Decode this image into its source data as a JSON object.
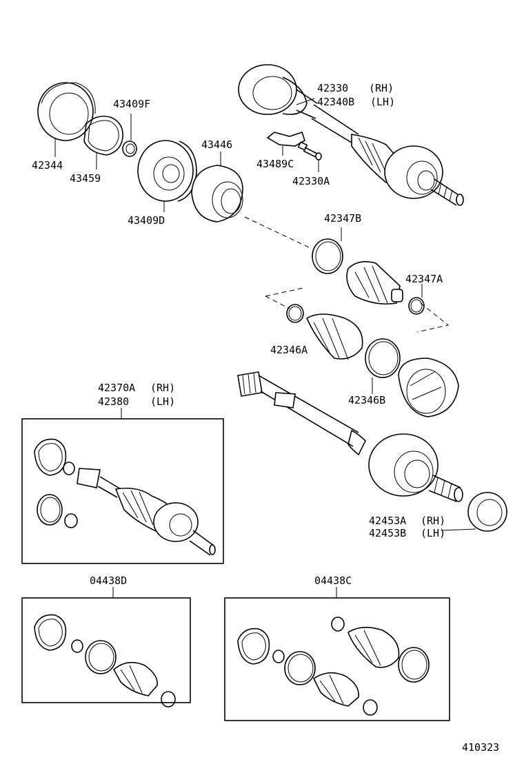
{
  "labels": {
    "p42330": "42330",
    "p42330_side": "(RH)",
    "p42340b": "42340B",
    "p42340b_side": "(LH)",
    "p43409f": "43409F",
    "p42344": "42344",
    "p43459": "43459",
    "p43446": "43446",
    "p43489c": "43489C",
    "p42330a": "42330A",
    "p43409d": "43409D",
    "p42347b": "42347B",
    "p42347a": "42347A",
    "p42346a": "42346A",
    "p42346b": "42346B",
    "p42370a": "42370A",
    "p42370a_side": "(RH)",
    "p42380": "42380",
    "p42380_side": "(LH)",
    "p42453a": "42453A",
    "p42453a_side": "(RH)",
    "p42453b": "42453B",
    "p42453b_side": "(LH)",
    "p04438d": "04438D",
    "p04438c": "04438C"
  },
  "footer": {
    "code": "410323"
  }
}
